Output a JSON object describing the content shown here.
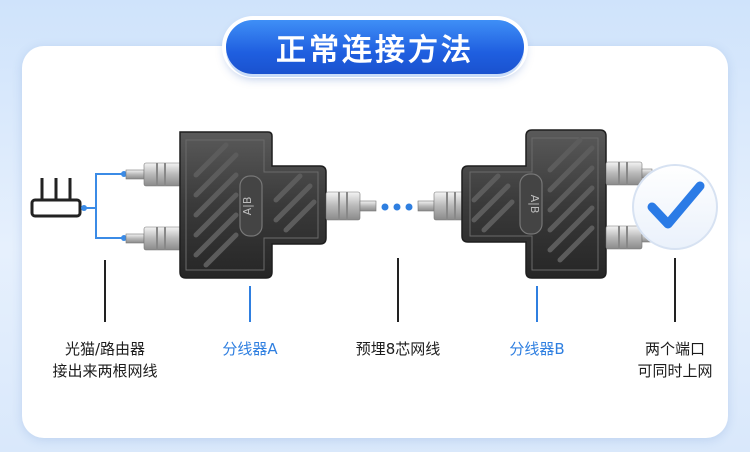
{
  "title": "正常连接方法",
  "splitter_a": {
    "mark": "A|B",
    "label": "分线器A"
  },
  "splitter_b": {
    "mark": "A|B",
    "label": "分线器B"
  },
  "router": {
    "label_line1": "光猫/路由器",
    "label_line2": "接出来两根网线"
  },
  "cable": {
    "label": "预埋8芯网线"
  },
  "result": {
    "label_line1": "两个端口",
    "label_line2": "可同时上网"
  },
  "colors": {
    "accent": "#2f7fe0",
    "title_bg": "#1f5fe0",
    "device": "#3a3a3a",
    "check": "#2b7be6"
  }
}
